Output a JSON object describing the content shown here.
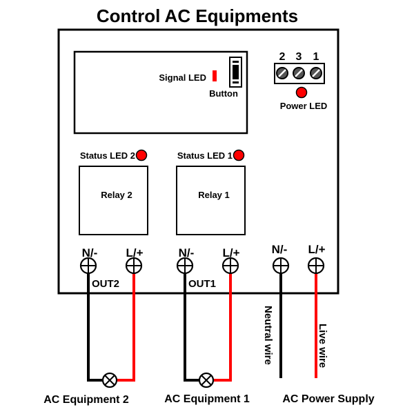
{
  "title": "Control AC Equipments",
  "module": {
    "signal_led_label": "Signal LED",
    "button_label": "Button"
  },
  "terminal_block": {
    "pins": [
      "2",
      "3",
      "1"
    ],
    "power_led_label": "Power LED"
  },
  "relays": [
    {
      "label": "Relay 2",
      "status_led_label": "Status LED 2"
    },
    {
      "label": "Relay 1",
      "status_led_label": "Status LED 1"
    }
  ],
  "terminals": {
    "labels": [
      "N/-",
      "L/+",
      "N/-",
      "L/+",
      "N/-",
      "L/+"
    ],
    "out_labels": [
      "OUT2",
      "OUT1"
    ]
  },
  "wires": {
    "neutral_label": "Neutral wire",
    "live_label": "Live wire"
  },
  "bottom_labels": [
    "AC Equipment 2",
    "AC Equipment 1",
    "AC Power Supply"
  ],
  "colors": {
    "led_red": "#ff0000",
    "live_wire": "#ff0000",
    "neutral_wire": "#000000",
    "outline": "#000000"
  }
}
